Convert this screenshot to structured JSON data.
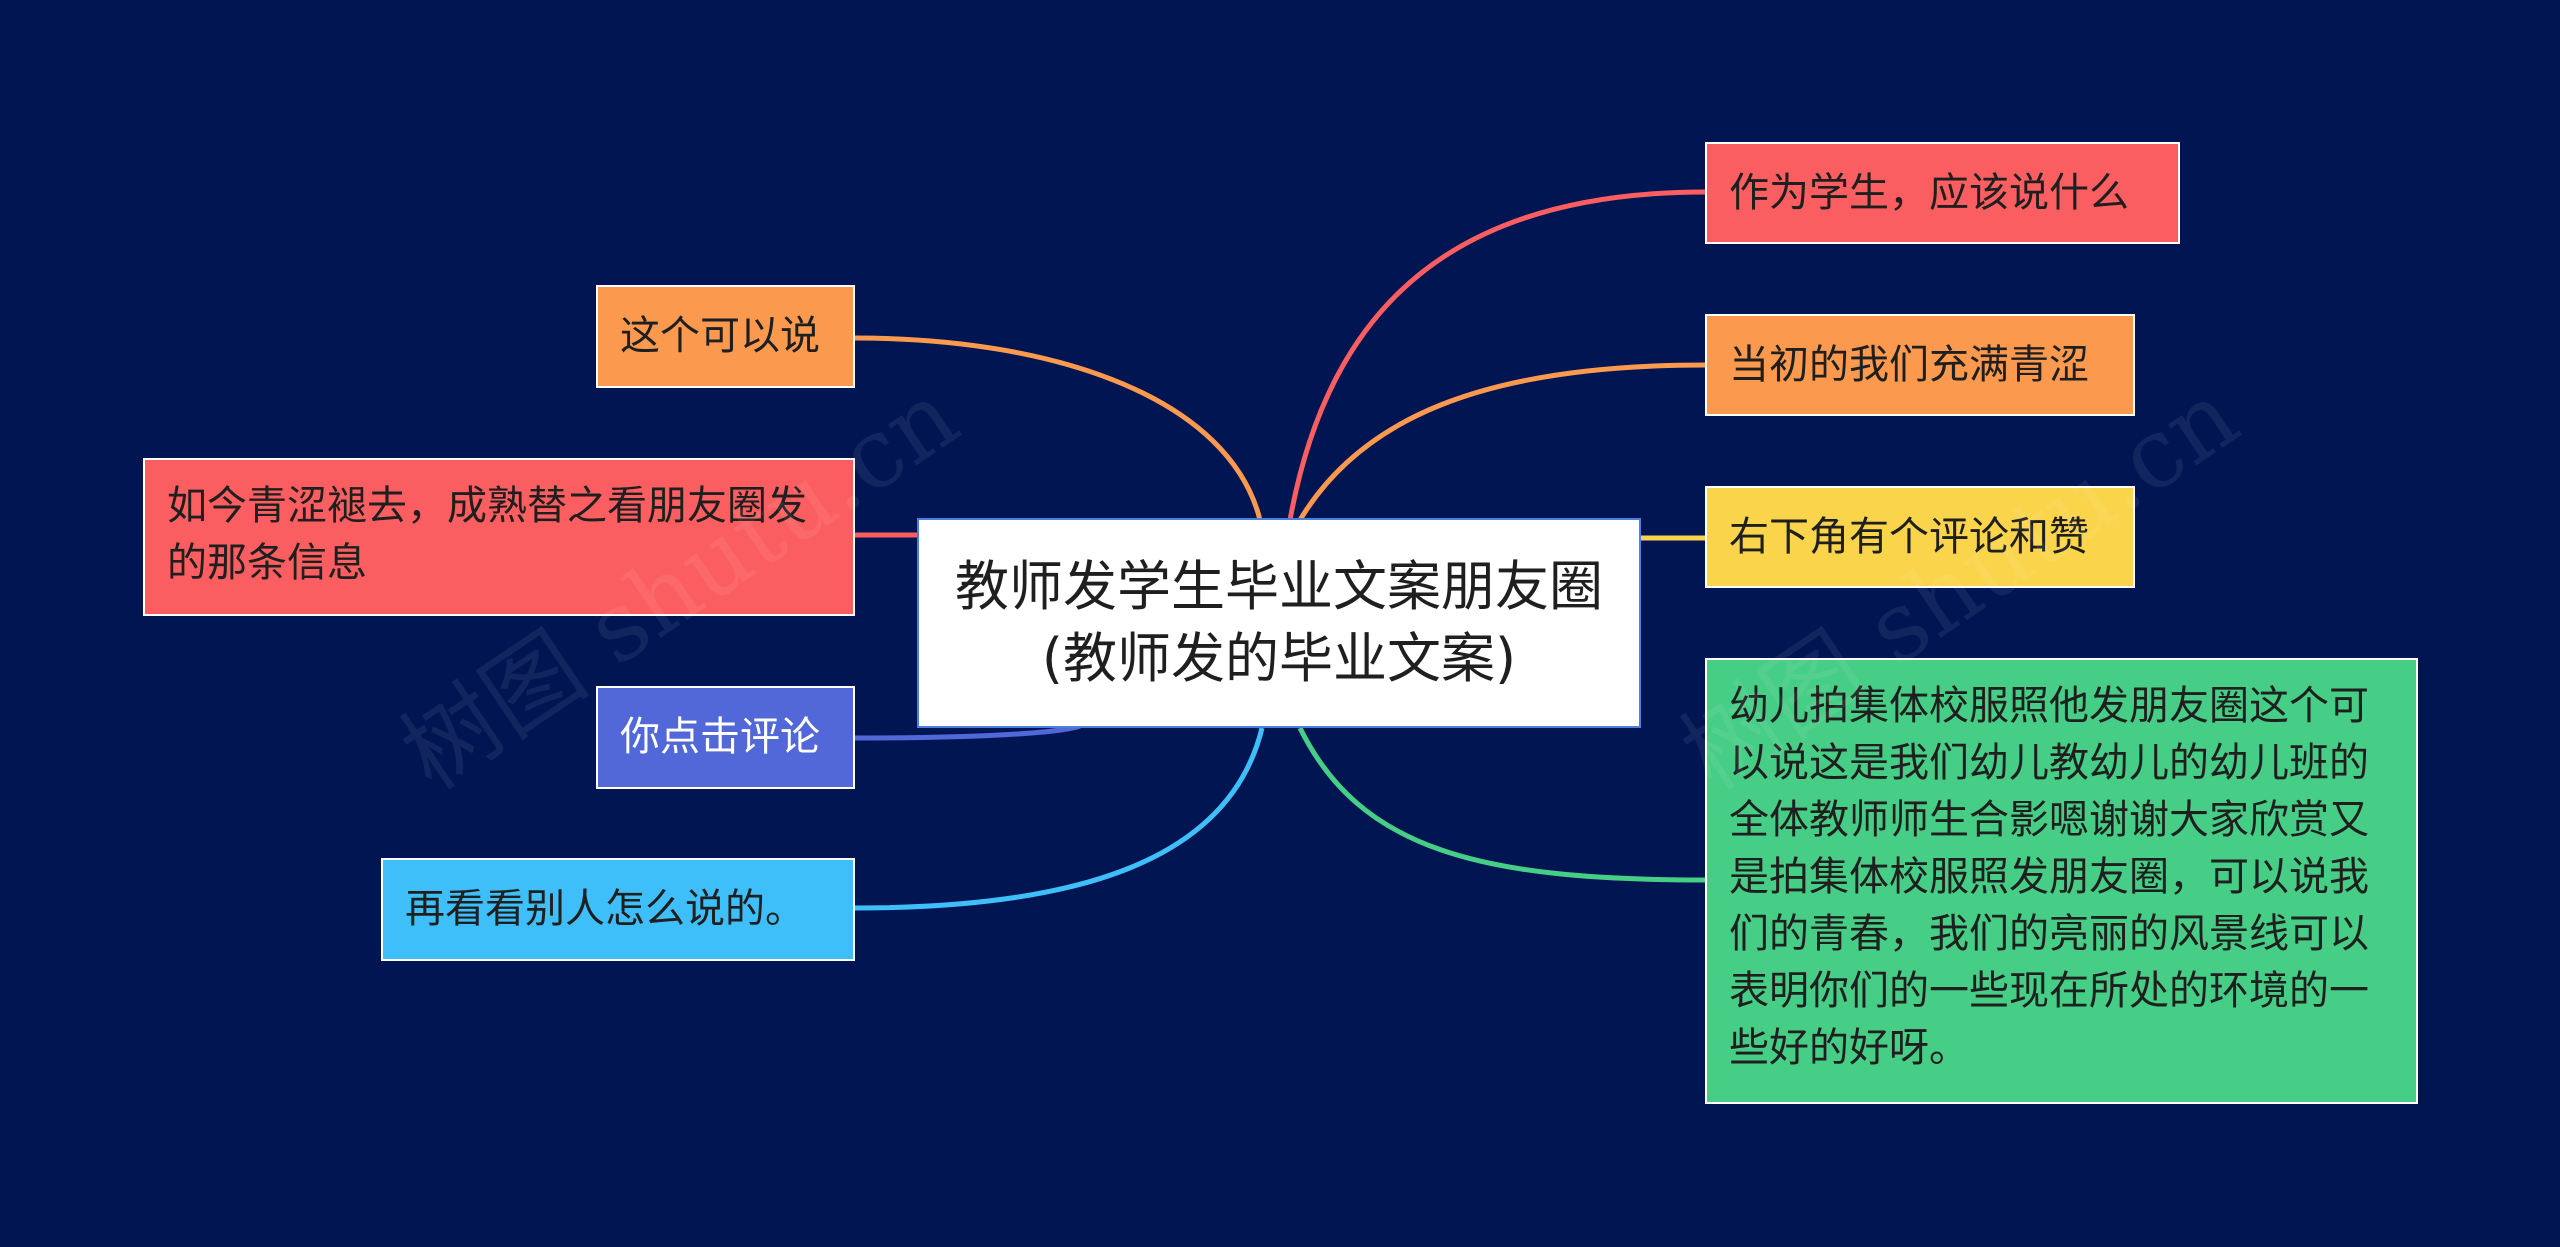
{
  "watermark": {
    "text": "树图 shutu.cn"
  },
  "mindmap": {
    "root": {
      "text": "教师发学生毕业文案朋友圈(教师发的毕业文案)"
    },
    "left": [
      {
        "text": "这个可以说",
        "color": "#fb9a4f"
      },
      {
        "text": "如今青涩褪去，成熟替之看朋友圈发的那条信息",
        "color": "#fb5e60"
      },
      {
        "text": "你点击评论",
        "color": "#5268d8"
      },
      {
        "text": "再看看别人怎么说的。",
        "color": "#3ebff9"
      }
    ],
    "right": [
      {
        "text": "作为学生，应该说什么",
        "color": "#fb5e60"
      },
      {
        "text": "当初的我们充满青涩",
        "color": "#fb9a4f"
      },
      {
        "text": "右下角有个评论和赞",
        "color": "#fad44a"
      },
      {
        "text": "幼儿拍集体校服照他发朋友圈这个可以说这是我们幼儿教幼儿的幼儿班的全体教师师生合影嗯谢谢大家欣赏又是拍集体校服照发朋友圈，可以说我们的青春，我们的亮丽的风景线可以表明你们的一些现在所处的环境的一些好的好呀。",
        "color": "#46cd86"
      }
    ]
  }
}
